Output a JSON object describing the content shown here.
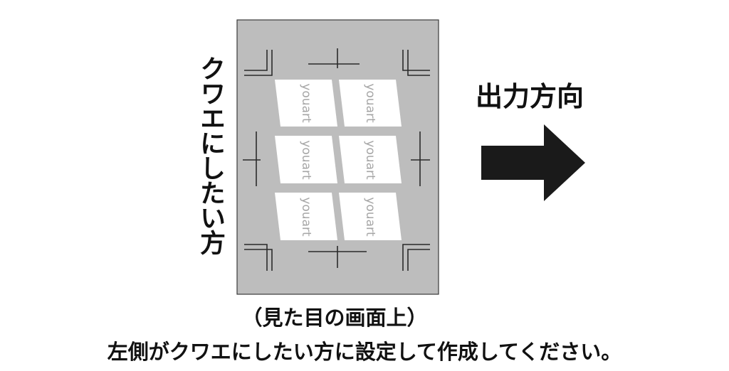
{
  "vertical_label": "クワエにしたい方",
  "direction_label": "出力方向",
  "caption_line1": "（見た目の画面上）",
  "caption_line2": "左側がクワエにしたい方に設定して作成してください。",
  "card_text": "youart",
  "cards": [
    {
      "label": "youart"
    },
    {
      "label": "youart"
    },
    {
      "label": "youart"
    },
    {
      "label": "youart"
    },
    {
      "label": "youart"
    },
    {
      "label": "youart"
    }
  ],
  "colors": {
    "sheet": "#bdbdbd",
    "card": "#ffffff",
    "card_text": "#a6a6a6",
    "marks": "#2a2a2a",
    "arrow": "#1a1a1a",
    "text": "#111111"
  }
}
